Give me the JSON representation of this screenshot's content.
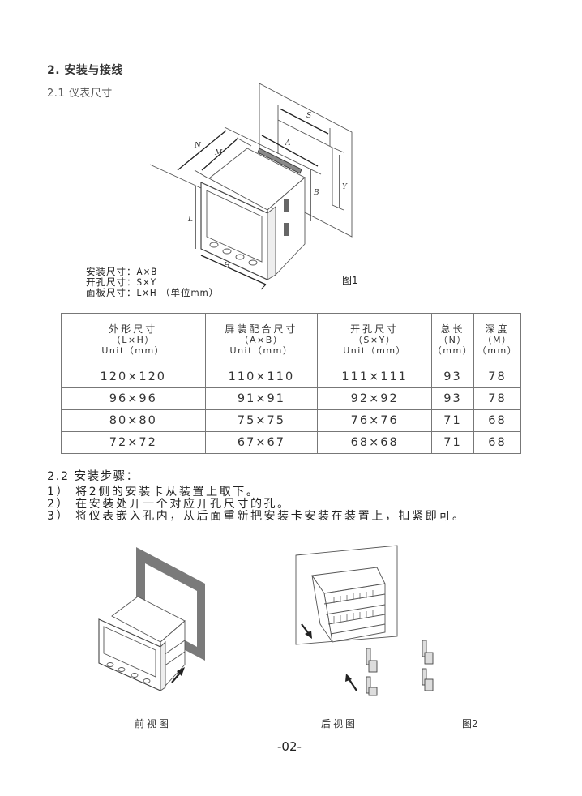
{
  "section": {
    "title": "2. 安装与接线",
    "subsection_title": "2.1 仪表尺寸"
  },
  "figure1": {
    "caption": "图1",
    "dimension_labels": [
      "N",
      "M",
      "A",
      "S",
      "B",
      "Y",
      "L",
      "H"
    ],
    "legend": [
      "安装尺寸：A×B",
      "开孔尺寸：S×Y",
      "面板尺寸：L×H （单位mm）"
    ]
  },
  "table": {
    "headers": [
      {
        "line1": "外形尺寸",
        "line2": "（L×H）",
        "line3": "Unit（mm）"
      },
      {
        "line1": "屏装配合尺寸",
        "line2": "（A×B）",
        "line3": "Unit（mm）"
      },
      {
        "line1": "开孔尺寸",
        "line2": "（S×Y）",
        "line3": "Unit（mm）"
      },
      {
        "line1": "总长",
        "line2": "（N）",
        "line3": "（mm）"
      },
      {
        "line1": "深度",
        "line2": "（M）",
        "line3": "（mm）"
      }
    ],
    "rows": [
      [
        "120×120",
        "110×110",
        "111×111",
        "93",
        "78"
      ],
      [
        "96×96",
        "91×91",
        "92×92",
        "93",
        "78"
      ],
      [
        "80×80",
        "75×75",
        "76×76",
        "71",
        "68"
      ],
      [
        "72×72",
        "67×67",
        "68×68",
        "71",
        "68"
      ]
    ]
  },
  "install": {
    "title": "2.2 安装步骤：",
    "steps": [
      "1） 将2侧的安装卡从装置上取下。",
      "2） 在安装处开一个对应开孔尺寸的孔。",
      "3） 将仪表嵌入孔内，从后面重新把安装卡安装在装置上，扣紧即可。"
    ]
  },
  "figure2": {
    "front_caption": "前视图",
    "back_caption": "后视图",
    "caption": "图2"
  },
  "page_number": "-02-"
}
